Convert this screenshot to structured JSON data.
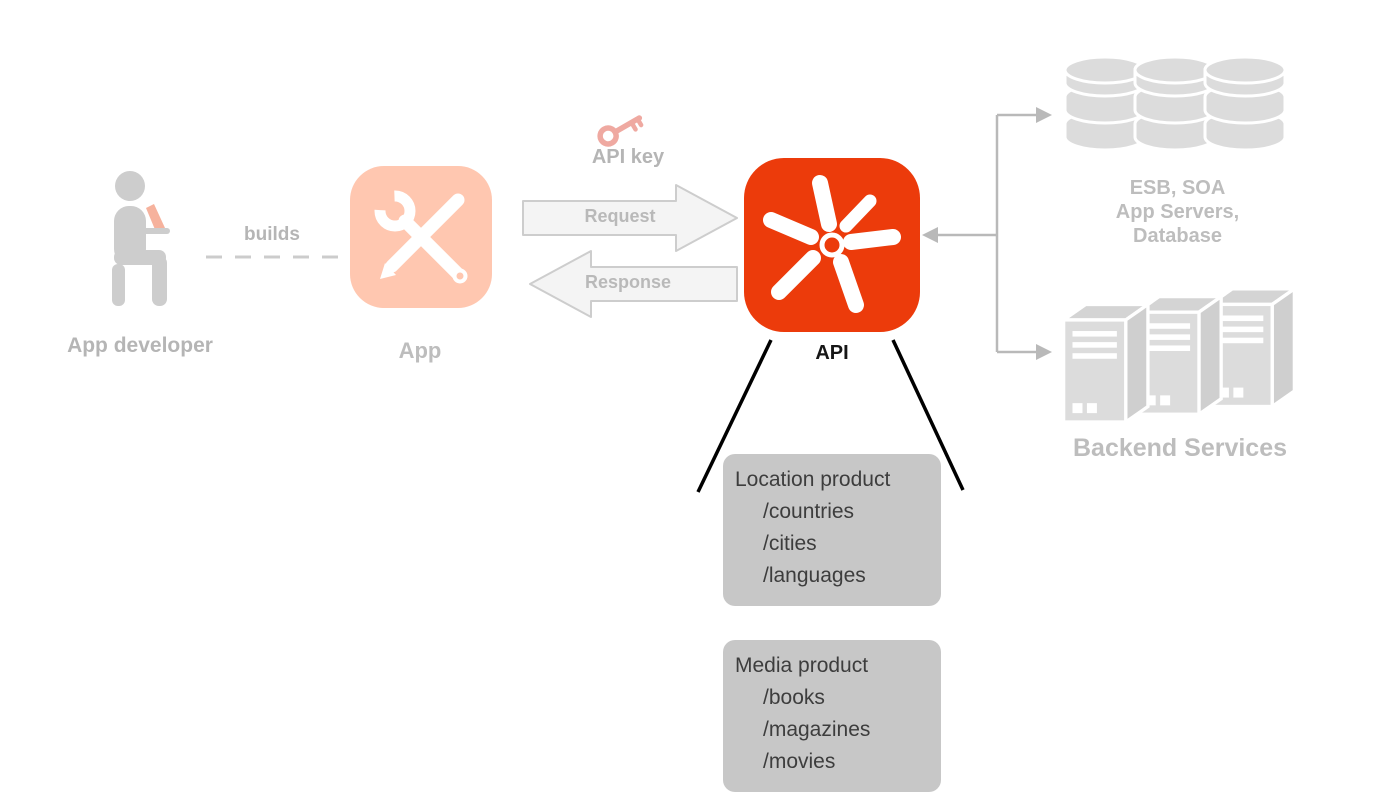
{
  "developer": {
    "label": "App developer",
    "builds_label": "builds"
  },
  "app": {
    "label": "App"
  },
  "flow": {
    "api_key_label": "API key",
    "request_label": "Request",
    "response_label": "Response"
  },
  "api": {
    "label": "API"
  },
  "products": [
    {
      "title": "Location product",
      "items": [
        "/countries",
        "/cities",
        "/languages"
      ]
    },
    {
      "title": "Media product",
      "items": [
        "/books",
        "/magazines",
        "/movies"
      ]
    }
  ],
  "backend": {
    "middleware_lines": [
      "ESB, SOA",
      "App Servers,",
      "Database"
    ],
    "label": "Backend Services"
  },
  "colors": {
    "accent_orange": "#ec3b0b",
    "app_bg": "#ffc7b0",
    "muted_text": "#b5b5b5",
    "box_bg": "#c7c7c7",
    "box_text": "#3d3d3d",
    "line_gray": "#cccccc",
    "connector_gray": "#b9b9b9",
    "fan_line_black": "#000000"
  }
}
